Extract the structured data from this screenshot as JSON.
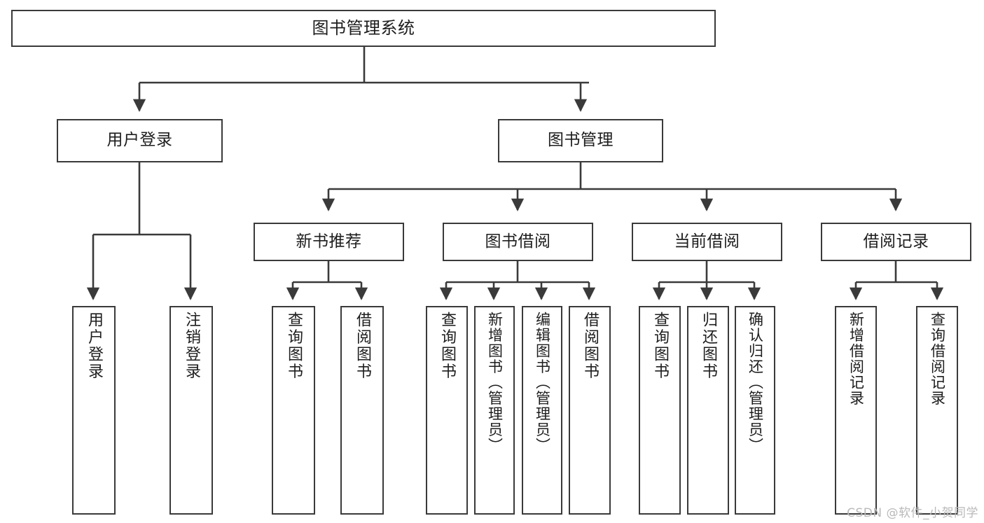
{
  "diagram": {
    "title": "图书管理系统",
    "type": "tree-hierarchy",
    "watermark": "CSDN @软件_小贺同学",
    "colors": {
      "stroke": "#3a3a3a",
      "fill": "#ffffff",
      "text": "#1d1d1d",
      "watermark": "#b9b9b9"
    },
    "nodes": {
      "root": {
        "label": "图书管理系统"
      },
      "level2": [
        {
          "id": "user-login",
          "label": "用户登录"
        },
        {
          "id": "book-manage",
          "label": "图书管理"
        }
      ],
      "level3": [
        {
          "id": "new-book-recommend",
          "label": "新书推荐"
        },
        {
          "id": "book-borrow",
          "label": "图书借阅"
        },
        {
          "id": "current-borrow",
          "label": "当前借阅"
        },
        {
          "id": "borrow-record",
          "label": "借阅记录"
        }
      ],
      "leaves": {
        "user_login": [
          {
            "id": "leaf-user-login",
            "label": "用户登录"
          },
          {
            "id": "leaf-logout-login",
            "label": "注销登录"
          }
        ],
        "new_book_recommend": [
          {
            "id": "leaf-query-book-1",
            "label": "查询图书"
          },
          {
            "id": "leaf-borrow-book-1",
            "label": "借阅图书"
          }
        ],
        "book_borrow": [
          {
            "id": "leaf-query-book-2",
            "label": "查询图书"
          },
          {
            "id": "leaf-add-book",
            "label": "新增图书（管理员）"
          },
          {
            "id": "leaf-edit-book",
            "label": "编辑图书（管理员）"
          },
          {
            "id": "leaf-borrow-book-2",
            "label": "借阅图书"
          }
        ],
        "current_borrow": [
          {
            "id": "leaf-query-book-3",
            "label": "查询图书"
          },
          {
            "id": "leaf-return-book",
            "label": "归还图书"
          },
          {
            "id": "leaf-confirm-return",
            "label": "确认归还（管理员）"
          }
        ],
        "borrow_record": [
          {
            "id": "leaf-add-record",
            "label": "新增借阅记录"
          },
          {
            "id": "leaf-query-record",
            "label": "查询借阅记录"
          }
        ]
      }
    }
  }
}
